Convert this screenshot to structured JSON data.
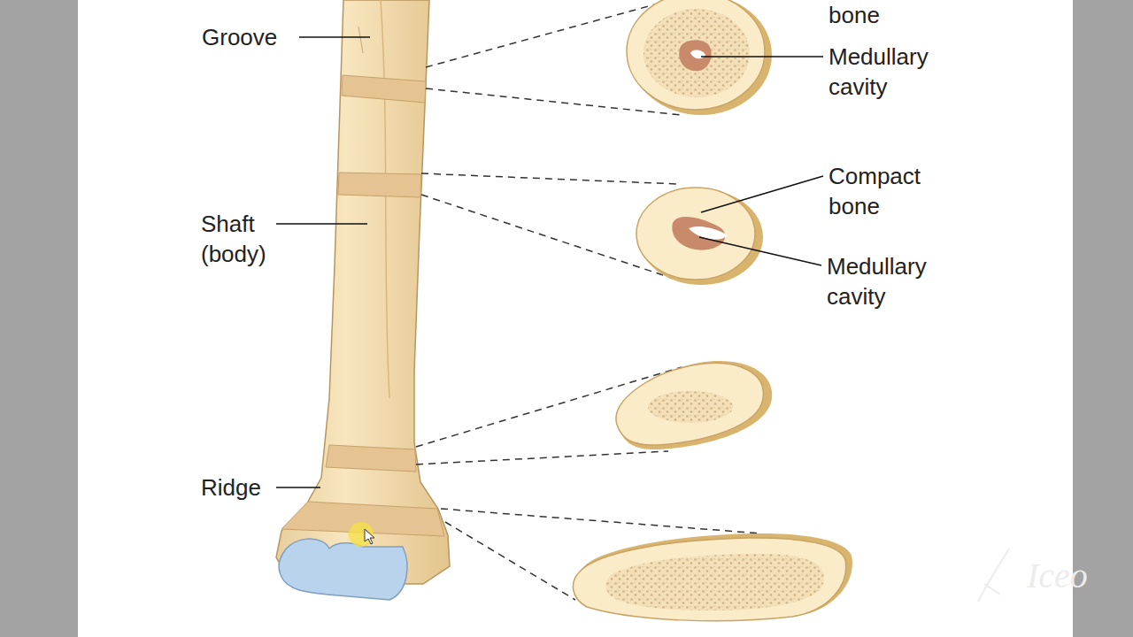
{
  "diagram": {
    "labels": [
      "bone",
      "Medullary cavity",
      "Groove",
      "Compact bone",
      "Shaft (body)",
      "Medullary cavity",
      "Ridge",
      "Iceo"
    ]
  }
}
